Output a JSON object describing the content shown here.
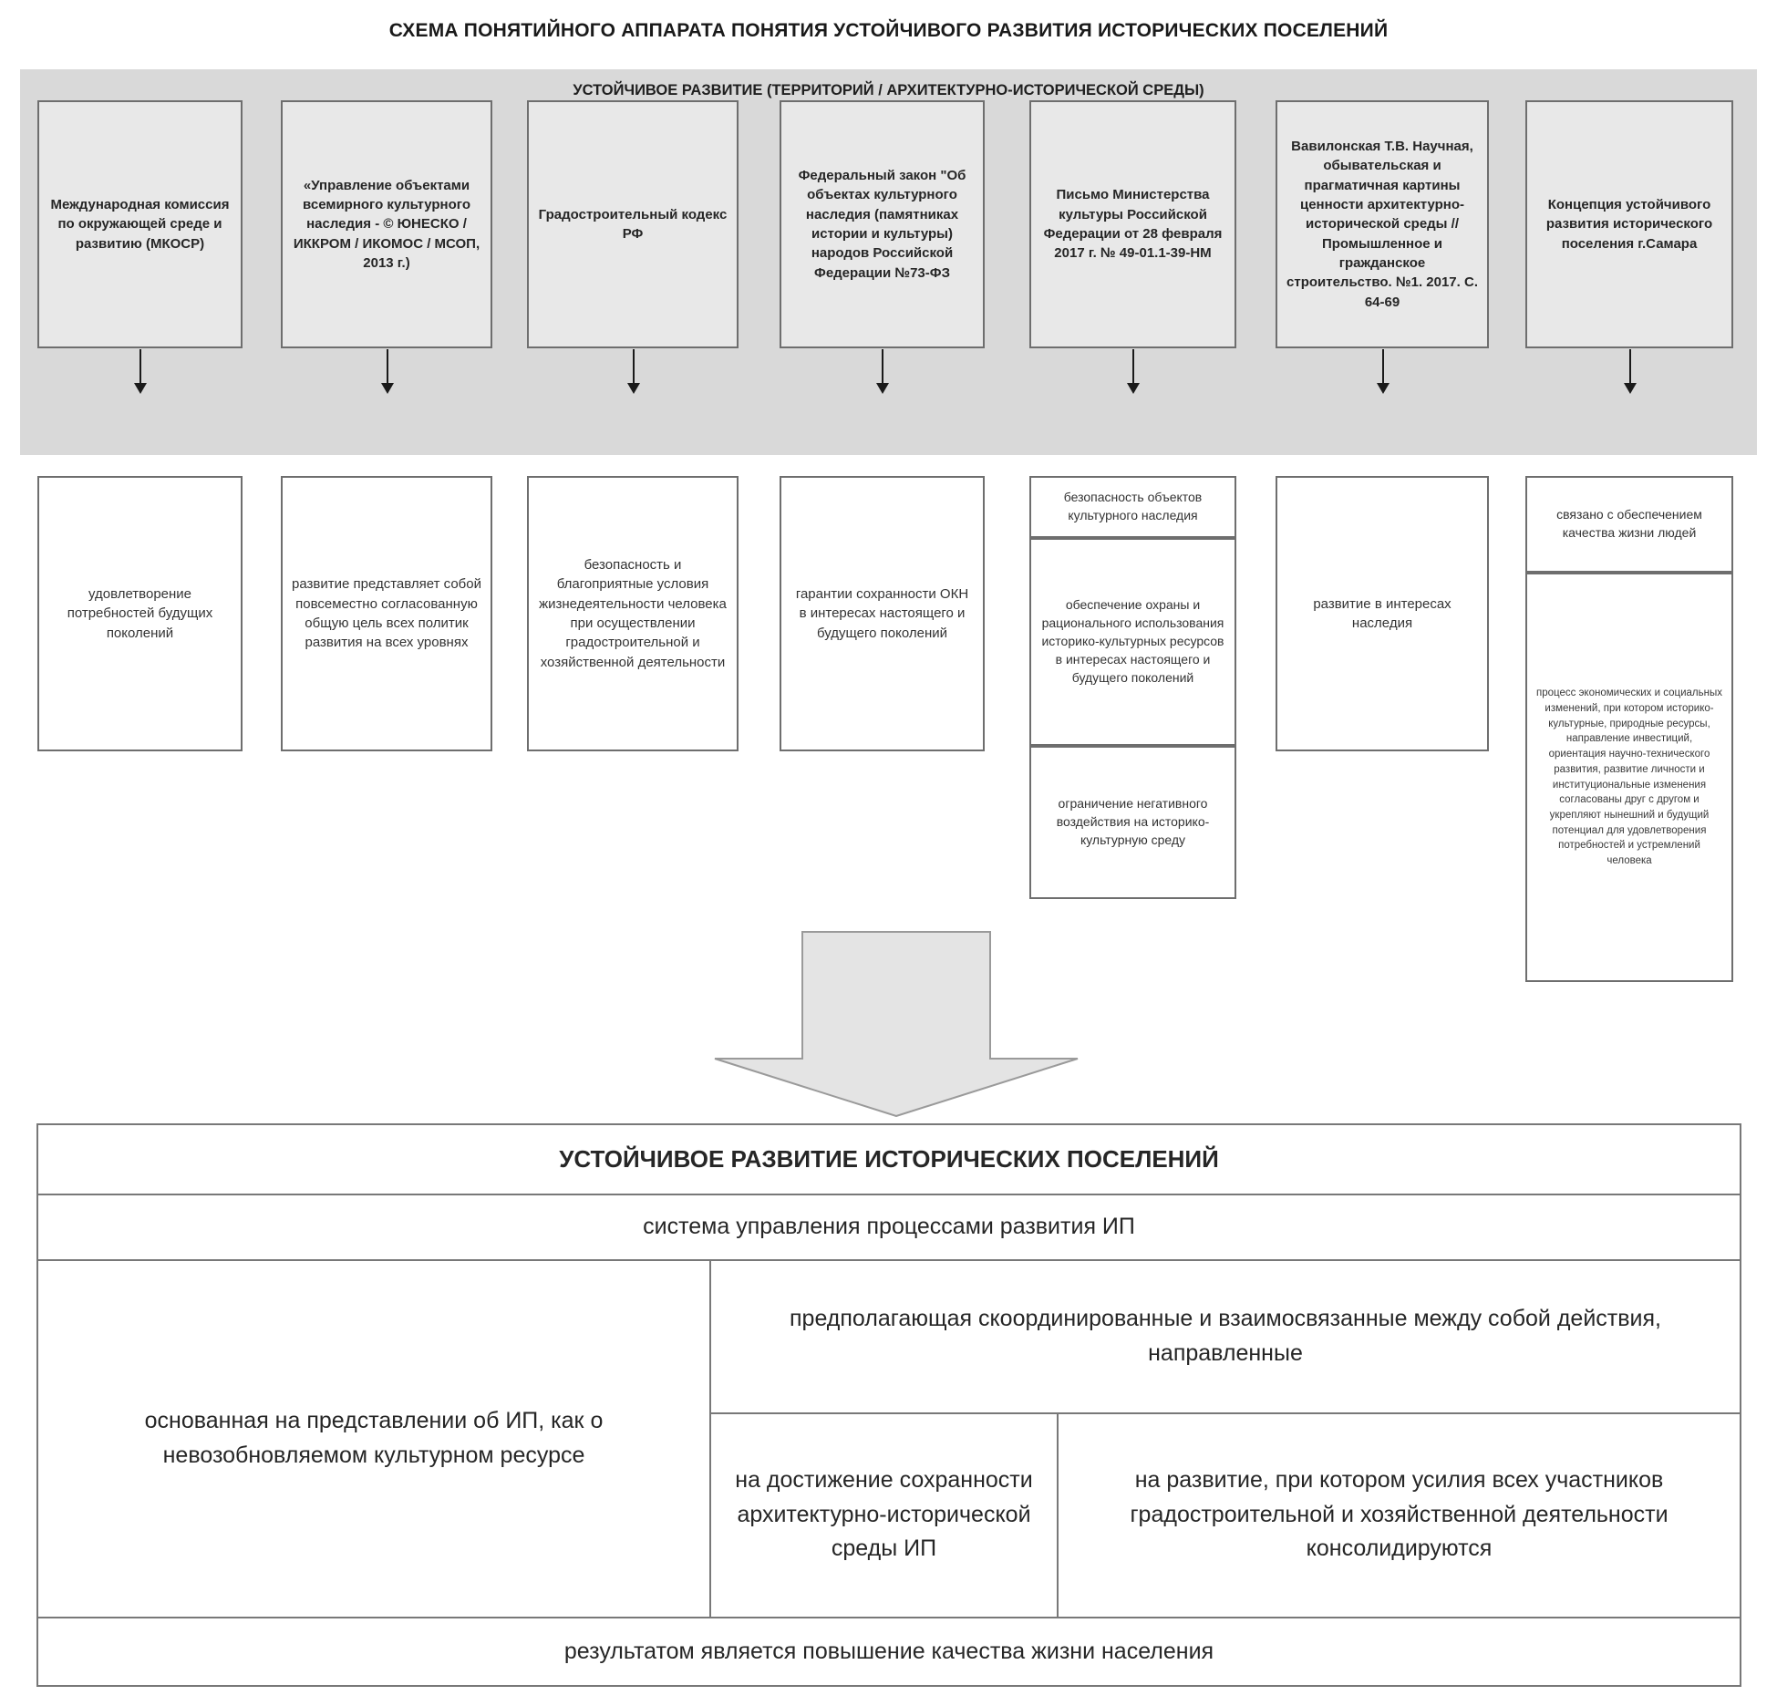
{
  "title": "СХЕМА ПОНЯТИЙНОГО АППАРАТА ПОНЯТИЯ УСТОЙЧИВОГО РАЗВИТИЯ ИСТОРИЧЕСКИХ ПОСЕЛЕНИЙ",
  "band": {
    "heading": "УСТОЙЧИВОЕ РАЗВИТИЕ (ТЕРРИТОРИЙ / АРХИТЕКТУРНО-ИСТОРИЧЕСКОЙ СРЕДЫ)",
    "background_color": "#d9d9d9"
  },
  "sources": [
    {
      "label": "Международная комиссия по окружающей среде и развитию (МКОСР)"
    },
    {
      "label": "«Управление объектами всемирного культурного наследия - © ЮНЕСКО / ИККРОМ / ИКОМОС / МСОП, 2013 г.)"
    },
    {
      "label": "Градостроительный кодекс РФ"
    },
    {
      "label": "Федеральный закон \"Об объектах культурного наследия (памятниках истории и культуры) народов Российской Федерации №73-ФЗ"
    },
    {
      "label": "Письмо Министерства культуры Российской Федерации от 28 февраля 2017 г. № 49-01.1-39-НМ"
    },
    {
      "label": "Вавилонская Т.В. Научная, обывательская и прагматичная картины ценности архитектурно-исторической среды // Промышленное и гражданское строительство. №1. 2017. С. 64-69"
    },
    {
      "label": "Концепция устойчивого развития исторического поселения г.Самара"
    }
  ],
  "definitions": [
    {
      "label": "удовлетворение потребностей будущих поколений"
    },
    {
      "label": "развитие представляет собой повсеместно согласованную общую цель всех политик развития на всех уровнях"
    },
    {
      "label": "безопасность и благоприятные условия жизнедеятельности человека при осуществлении градостроительной и хозяйственной деятельности"
    },
    {
      "label": "гарантии сохранности ОКН в интересах настоящего и будущего поколений"
    },
    {
      "label": "безопасность объектов культурного наследия"
    },
    {
      "label": "обеспечение охраны и рационального использования историко-культурных ресурсов в интересах настоящего и будущего поколений"
    },
    {
      "label": "ограничение негативного воздействия на историко-культурную среду"
    },
    {
      "label": "развитие в интересах наследия"
    },
    {
      "label": "связано с обеспечением качества жизни людей"
    },
    {
      "label": "процесс экономических и социальных изменений, при котором историко-культурные, природные ресурсы, направление инвестиций, ориентация научно-технического развития, развитие личности и институциональные изменения согласованы друг с другом и укрепляют нынешний и будущий потенциал для удовлетворения потребностей и устремлений человека"
    }
  ],
  "result_block": {
    "title": "УСТОЙЧИВОЕ РАЗВИТИЕ ИСТОРИЧЕСКИХ ПОСЕЛЕНИЙ",
    "subtitle": "система управления процессами развития ИП",
    "left": "основанная на представлении об ИП, как о невозобновляемом культурном ресурсе",
    "right_top": "предполагающая скоординированные и взаимосвязанные между собой действия, направленные",
    "right_bottom_left": "на достижение сохранности архитектурно-исторической среды ИП",
    "right_bottom_right": "на развитие, при котором усилия всех участников градостроительной и хозяйственной деятельности консолидируются",
    "footer": "результатом является повышение качества жизни населения"
  }
}
